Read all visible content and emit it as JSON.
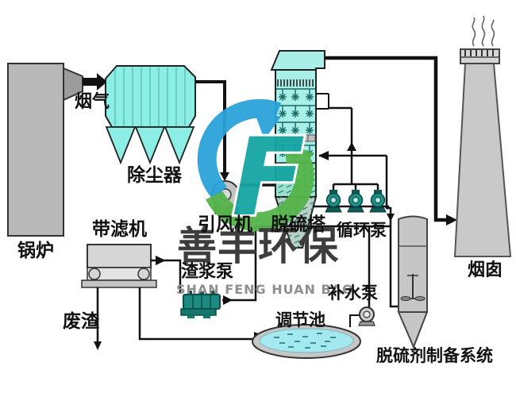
{
  "equipment_labels": {
    "boiler": "锅炉",
    "flue_gas": "烟气",
    "dust_collector": "除尘器",
    "id_fan": "引风机",
    "tower": "脱硫塔",
    "circulation_pump": "循环泵",
    "belt_filter": "带滤机",
    "waste": "废渣",
    "slurry_pump": "渣浆泵",
    "makeup_pump": "补水泵",
    "pond": "调节池",
    "prep_system": "脱硫剂制备系统",
    "chimney": "烟囱"
  },
  "watermark": {
    "cn": "善丰环保",
    "en": "SHAN FENG HUAN BAO",
    "logo_letter": "F",
    "colors": {
      "blue": "#2ba3da",
      "green": "#55b44a",
      "teal": "#16a5a3"
    }
  },
  "colors": {
    "boiler_gray": "#b9b9b9",
    "cyan_equipment": "#a9efe8",
    "pump_teal": "#1c8a80",
    "chimney_gray": "#c9c9c9",
    "water_cyan": "#a5e9f0"
  }
}
